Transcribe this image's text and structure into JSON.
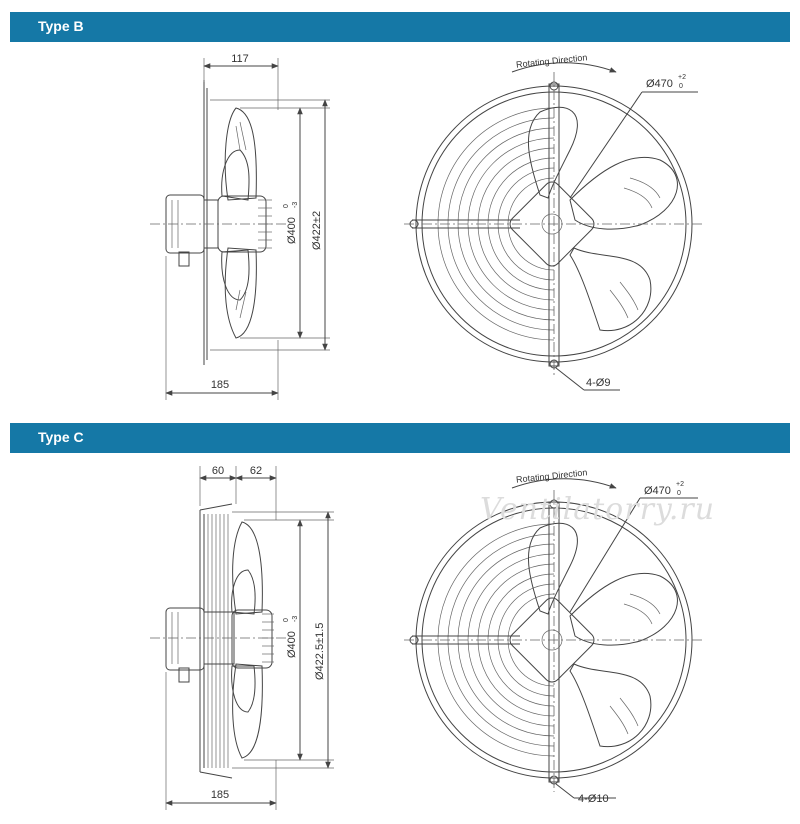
{
  "sections": [
    {
      "title": "Type B",
      "rotating_direction": "Rotating Direction",
      "side_view": {
        "top_dims": [
          "117"
        ],
        "bottom_dim": "185",
        "inner_dia": "Ø400",
        "inner_tol_upper": "0",
        "inner_tol_lower": "-3",
        "outer_dia": "Ø422±2"
      },
      "front_view": {
        "outer_dia": "Ø470",
        "outer_tol_upper": "+2",
        "outer_tol_lower": "0",
        "holes": "4-Ø9"
      }
    },
    {
      "title": "Type C",
      "rotating_direction": "Rotating Direction",
      "side_view": {
        "top_dims": [
          "60",
          "62"
        ],
        "bottom_dim": "185",
        "inner_dia": "Ø400",
        "inner_tol_upper": "0",
        "inner_tol_lower": "-3",
        "outer_dia": "Ø422.5±1.5"
      },
      "front_view": {
        "outer_dia": "Ø470",
        "outer_tol_upper": "+2",
        "outer_tol_lower": "0",
        "holes": "4-Ø10"
      }
    }
  ],
  "watermark": "Ventilatorry.ru"
}
